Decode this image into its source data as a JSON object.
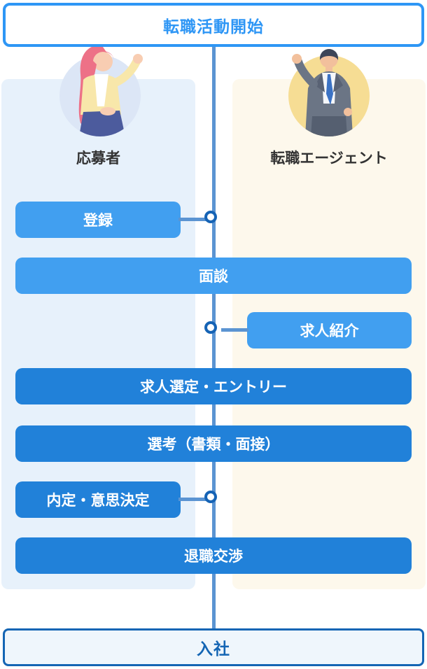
{
  "diagram_title": "job-change-process-flow",
  "start_box": {
    "label": "転職活動開始"
  },
  "end_box": {
    "label": "入社"
  },
  "columns": {
    "applicant": {
      "label": "応募者"
    },
    "agent": {
      "label": "転職エージェント"
    }
  },
  "icons": {
    "applicant": "female-applicant-avatar",
    "agent": "male-agent-avatar"
  },
  "steps": [
    {
      "label": "登録",
      "variant": "light",
      "lane": "applicant",
      "has_node": true
    },
    {
      "label": "面談",
      "variant": "light",
      "lane": "both",
      "has_node": false
    },
    {
      "label": "求人紹介",
      "variant": "light",
      "lane": "agent",
      "has_node": true
    },
    {
      "label": "求人選定・エントリー",
      "variant": "dark",
      "lane": "both",
      "has_node": false
    },
    {
      "label": "選考（書類・面接）",
      "variant": "dark",
      "lane": "both",
      "has_node": false
    },
    {
      "label": "内定・意思決定",
      "variant": "dark",
      "lane": "applicant",
      "has_node": true
    },
    {
      "label": "退職交渉",
      "variant": "dark",
      "lane": "both",
      "has_node": false
    }
  ],
  "colors": {
    "start_box_accent": "#2e96f5",
    "end_box_accent": "#1465b4",
    "end_box_bg": "#eff6fc",
    "step_light": "#419ff0",
    "step_dark": "#2181d9",
    "applicant_panel_bg": "#e7f1fb",
    "agent_panel_bg": "#fdf8ec",
    "timeline": "#5b94d2",
    "node_ring": "#1563b5",
    "label_text": "#333333"
  }
}
